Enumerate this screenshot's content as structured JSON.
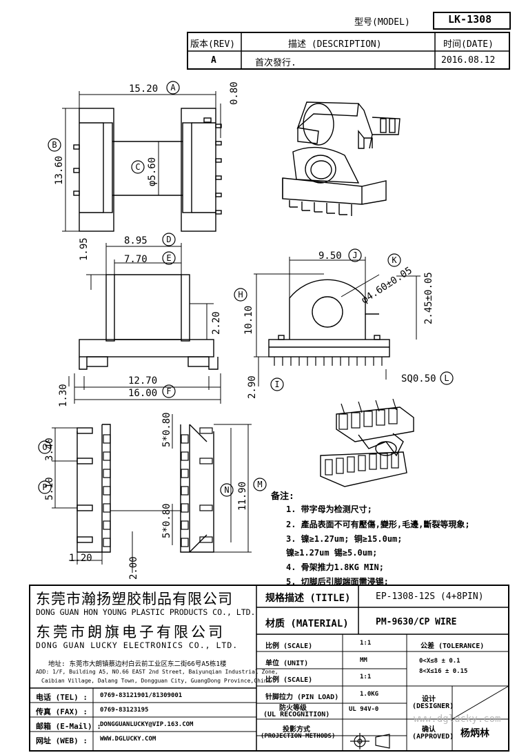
{
  "header": {
    "model_label": "型号(MODEL)",
    "model_value": "LK-1308",
    "rev_label": "版本(REV)",
    "desc_label": "描述 (DESCRIPTION)",
    "date_label": "时间(DATE)",
    "rev_value": "A",
    "desc_value": "首次發行.",
    "date_value": "2016.08.12"
  },
  "dimensions": {
    "d1520": "15.20",
    "d080": "0.80",
    "d1360": "13.60",
    "d560": "φ5.60",
    "d895": "8.95",
    "d770": "7.70",
    "d195": "1.95",
    "d220": "2.20",
    "d1270": "12.70",
    "d1600": "16.00",
    "d130": "1.30",
    "d950": "9.50",
    "d460": "φ4.60±0.05",
    "d245": "2.45±0.05",
    "d1010": "10.10",
    "d290": "2.90",
    "sq050": "SQ0.50",
    "d340": "3.40",
    "d510": "5.10",
    "d120": "1.20",
    "d200": "2.00",
    "d5x080a": "5*0.80",
    "d5x080b": "5*0.80",
    "d1190": "11.90"
  },
  "markers": [
    "A",
    "B",
    "C",
    "D",
    "E",
    "F",
    "H",
    "I",
    "J",
    "K",
    "L",
    "M",
    "N",
    "O",
    "P"
  ],
  "notes": {
    "title": "备注:",
    "items": [
      "1. 带字母为检测尺寸;",
      "2. 產品表面不可有壓傷,變形,毛邊,斷裂等現象;",
      "3. 镍≥1.27um;  铜≥15.0um;",
      "   镍≥1.27um   锡≥5.0um;",
      "4. 骨架推力1.8KG MIN;",
      "5. 切脚后引脚端面需浸锡;"
    ]
  },
  "company": {
    "name1": "东莞市瀚扬塑胶制品有限公司",
    "name1_en": "DONG GUAN HON YOUNG PLASTIC PRODUCTS CO., LTD.",
    "name2": "东莞市朗旗电子有限公司",
    "name2_en": "DONG GUAN LUCKY ELECTRONICS CO., LTD.",
    "address_cn": "地址: 东莞市大朗镇蔡边村白云前工业区东二街66号A5栋1楼",
    "address_en1": "ADD: 1/F, Building A5, NO.66 EAST 2nd Street, Baiyunqian Industrial Zone,",
    "address_en2": "Caibian Village, Dalang Town, Dongguan City, GuangDong Province,China"
  },
  "contact": {
    "tel_label": "电话 (TEL) :",
    "tel_value": "0769-83121901/81309001",
    "fax_label": "传真 (FAX) :",
    "fax_value": "0769-83123195",
    "mail_label": "邮箱 (E-Mail) :",
    "mail_value": "DONGGUANLUCKY@VIP.163.COM",
    "web_label": "网址 (WEB) :",
    "web_value": "WWW.DGLUCKY.COM"
  },
  "spec": {
    "title_label": "规格描述 (TITLE)",
    "title_value": "EP-1308-12S (4+8PIN)",
    "material_label": "材质 (MATERIAL)",
    "material_value": "PM-9630/CP WIRE",
    "scale_label": "比例 (SCALE)",
    "scale_value": "1:1",
    "tolerance_label": "公差 (TOLERANCE)",
    "unit_label": "单位 (UNIT)",
    "unit_value": "MM",
    "tol1": "0<X≤8     ± 0.1",
    "tol2": "8<X≤16    ± 0.15",
    "scale2_label": "比例 (SCALE)",
    "scale2_value": "1:1",
    "pin_label": "针脚拉力 (PIN LOAD)",
    "pin_value": "1.0KG",
    "designer_label1": "设计",
    "designer_label2": "(DESIGNER)",
    "ul_label1": "防火等级",
    "ul_label2": "(UL RECOGNITION)",
    "ul_value": "UL 94V-0",
    "approved_label1": "确认",
    "approved_label2": "(APPROVED)",
    "approved_value": "杨炳林",
    "proj_label1": "投影方式",
    "proj_label2": "(PROJECTION METHODS)"
  },
  "watermark": "www.dglucky.com"
}
